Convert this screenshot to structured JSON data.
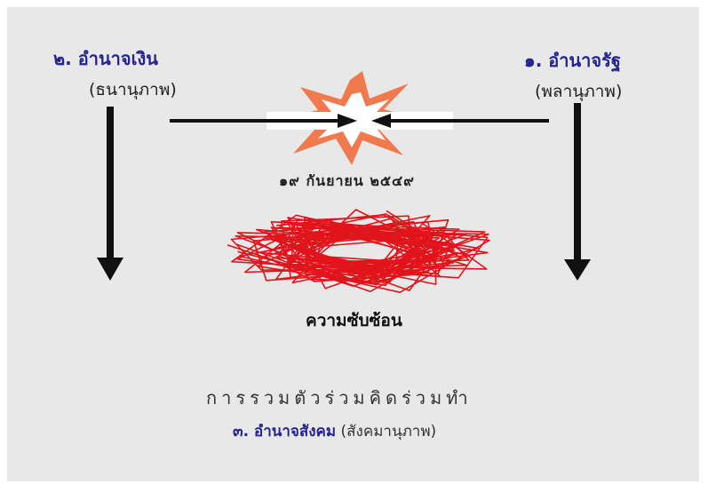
{
  "left_power": {
    "title": "๒. อำนาจเงิน",
    "subtitle": "(ธนานุภาพ)"
  },
  "right_power": {
    "title": "๑. อำนาจรัฐ",
    "subtitle": "(พลานุภาพ)"
  },
  "event_date": "๑๙ กันยายน ๒๕๔๙",
  "complexity_label": "ความซับซ้อน",
  "bottom": {
    "caption": "การรวมตัวร่วมคิดร่วมทำ",
    "third_power_title": "๓. อำนาจสังคม",
    "third_power_subtitle": "(สังคมานุภาพ)"
  },
  "colors": {
    "background": "#e8e8e8",
    "title_blue": "#26248f",
    "explosion_orange": "#f07a4e",
    "scribble_red": "#e0141b",
    "arrow": "#111111"
  },
  "icons": [
    "explosion-icon",
    "scribble-tangle-icon"
  ]
}
